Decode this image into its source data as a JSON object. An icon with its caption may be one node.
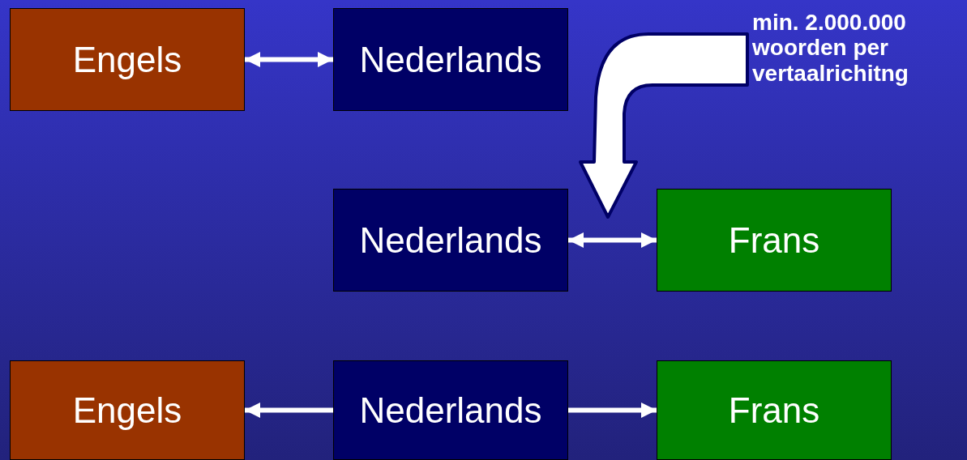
{
  "diagram": {
    "nodes": [
      {
        "text": [
          "Engels"
        ]
      },
      {
        "text": [
          "Nederlands"
        ]
      },
      {
        "text": [
          "Nederlands"
        ]
      },
      {
        "text": [
          "Frans"
        ]
      },
      {
        "text": [
          "Engels"
        ]
      },
      {
        "text": [
          "Nederlands"
        ]
      },
      {
        "text": [
          "Frans"
        ]
      },
      {
        "text": [
          "min. 2.000.000 woorden per vertaalrichitng"
        ]
      }
    ],
    "edges": [
      {
        "from": 0,
        "to": 1,
        "arrow": "both"
      },
      {
        "from": 2,
        "to": 3,
        "arrow": "both"
      },
      {
        "from": 5,
        "to": 4,
        "arrow": "to"
      },
      {
        "from": 5,
        "to": 6,
        "arrow": "to"
      },
      {
        "from": 7,
        "to": null,
        "arrow": "to",
        "style": "thick"
      }
    ]
  }
}
